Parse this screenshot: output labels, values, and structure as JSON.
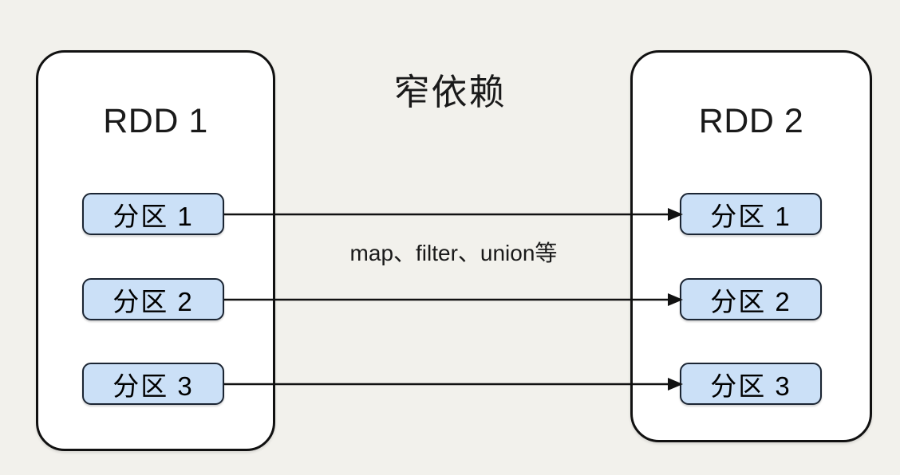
{
  "diagram": {
    "title": "窄依赖",
    "background_color": "#f2f1ec",
    "partition_fill_color": "#cbe0f7",
    "border_color": "#111111",
    "transform_label": "map、filter、union等",
    "rdds": [
      {
        "id": "rdd-1",
        "title": "RDD 1",
        "partitions": [
          {
            "label": "分区 1"
          },
          {
            "label": "分区 2"
          },
          {
            "label": "分区 3"
          }
        ]
      },
      {
        "id": "rdd-2",
        "title": "RDD 2",
        "partitions": [
          {
            "label": "分区 1"
          },
          {
            "label": "分区 2"
          },
          {
            "label": "分区 3"
          }
        ]
      }
    ],
    "edges": [
      {
        "from": "rdd-1.分区 1",
        "to": "rdd-2.分区 1",
        "style": "solid-arrow"
      },
      {
        "from": "rdd-1.分区 2",
        "to": "rdd-2.分区 2",
        "style": "solid-arrow"
      },
      {
        "from": "rdd-1.分区 3",
        "to": "rdd-2.分区 3",
        "style": "solid-arrow"
      }
    ]
  }
}
